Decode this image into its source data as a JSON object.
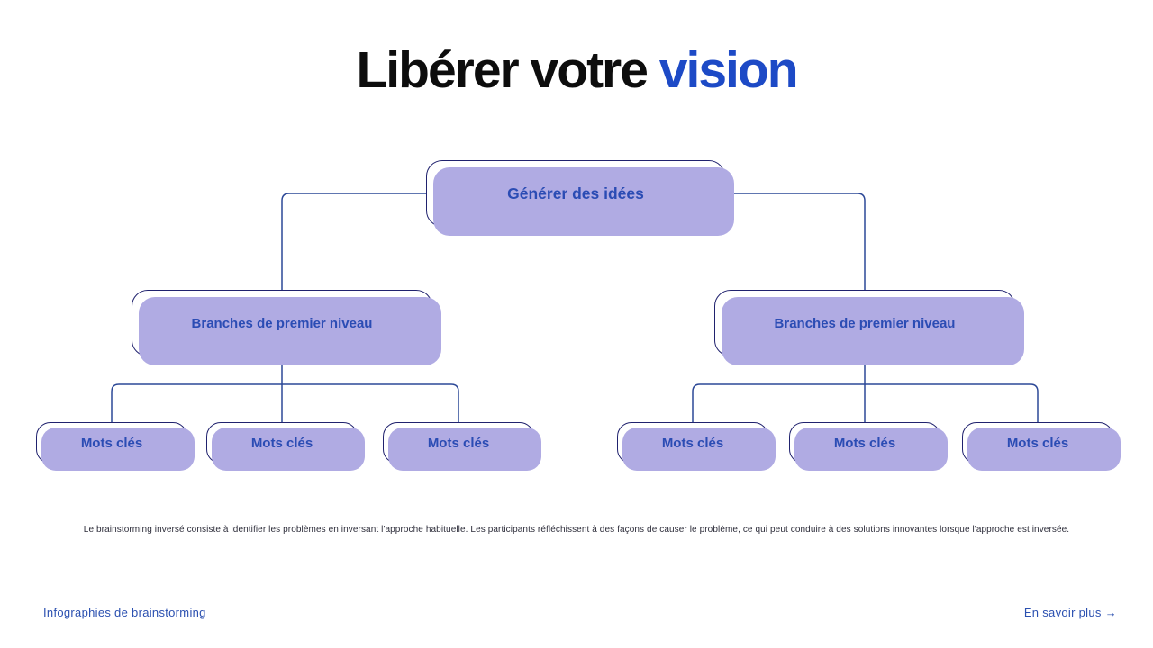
{
  "title": {
    "prefix": "Libérer votre",
    "accent": "vision"
  },
  "diagram": {
    "root": {
      "label": "Générer des idées"
    },
    "branches": [
      {
        "label": "Branches de premier niveau"
      },
      {
        "label": "Branches de premier niveau"
      }
    ],
    "keywords": [
      {
        "label": "Mots clés"
      },
      {
        "label": "Mots clés"
      },
      {
        "label": "Mots clés"
      },
      {
        "label": "Mots clés"
      },
      {
        "label": "Mots clés"
      },
      {
        "label": "Mots clés"
      }
    ]
  },
  "description": "Le brainstorming inversé consiste à identifier les problèmes en inversant l'approche habituelle. Les participants réfléchissent à des façons de causer le problème, ce qui peut conduire à des solutions innovantes lorsque l'approche est inversée.",
  "footer": {
    "left_link": "Infographies de brainstorming",
    "right_link": "En savoir plus",
    "arrow": "→"
  },
  "colors": {
    "accent_blue": "#1d4ac6",
    "node_fill": "#b0abe3",
    "node_border": "#20226e",
    "node_text": "#2b4cb4",
    "connector": "#2c4897",
    "link_blue": "#2b50b0"
  }
}
